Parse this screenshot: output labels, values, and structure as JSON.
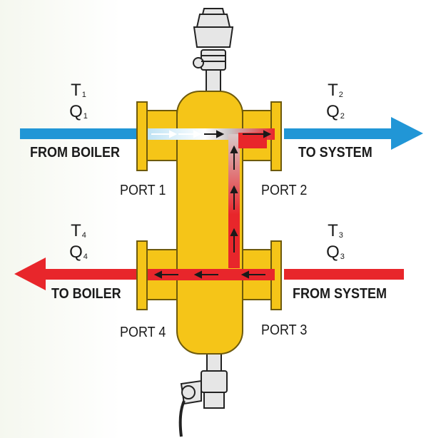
{
  "inputs": {
    "port1": {
      "t_base": "T",
      "t_sub": "1",
      "q_base": "Q",
      "q_sub": "1",
      "flow_label": "FROM BOILER",
      "port_label": "PORT 1"
    },
    "port2": {
      "t_base": "T",
      "t_sub": "2",
      "q_base": "Q",
      "q_sub": "2",
      "flow_label": "TO SYSTEM",
      "port_label": "PORT 2"
    },
    "port4": {
      "t_base": "T",
      "t_sub": "4",
      "q_base": "Q",
      "q_sub": "4",
      "flow_label": "TO BOILER",
      "port_label": "PORT 4"
    },
    "port3": {
      "t_base": "T",
      "t_sub": "3",
      "q_base": "Q",
      "q_sub": "3",
      "flow_label": "FROM SYSTEM",
      "port_label": "PORT 3"
    }
  },
  "colors": {
    "cold": "#2196D6",
    "hot": "#E8262B",
    "body": "#F5C518",
    "body_outline": "#6E5A0C",
    "fitting": "#E8E8E8"
  }
}
